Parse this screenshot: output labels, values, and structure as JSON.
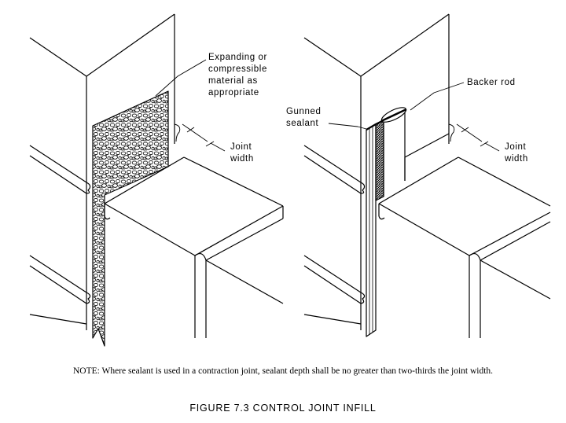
{
  "left_detail": {
    "material_label": [
      "Expanding or",
      "compressible",
      "material as",
      "appropriate"
    ],
    "joint_label": [
      "Joint",
      "width"
    ]
  },
  "right_detail": {
    "backer_label": "Backer rod",
    "sealant_label": [
      "Gunned",
      "sealant"
    ],
    "joint_label": [
      "Joint",
      "width"
    ]
  },
  "note": "NOTE:  Where sealant is used in a contraction joint, sealant depth shall be no greater than two-thirds the joint width.",
  "caption": "FIGURE  7.3   CONTROL JOINT INFILL"
}
